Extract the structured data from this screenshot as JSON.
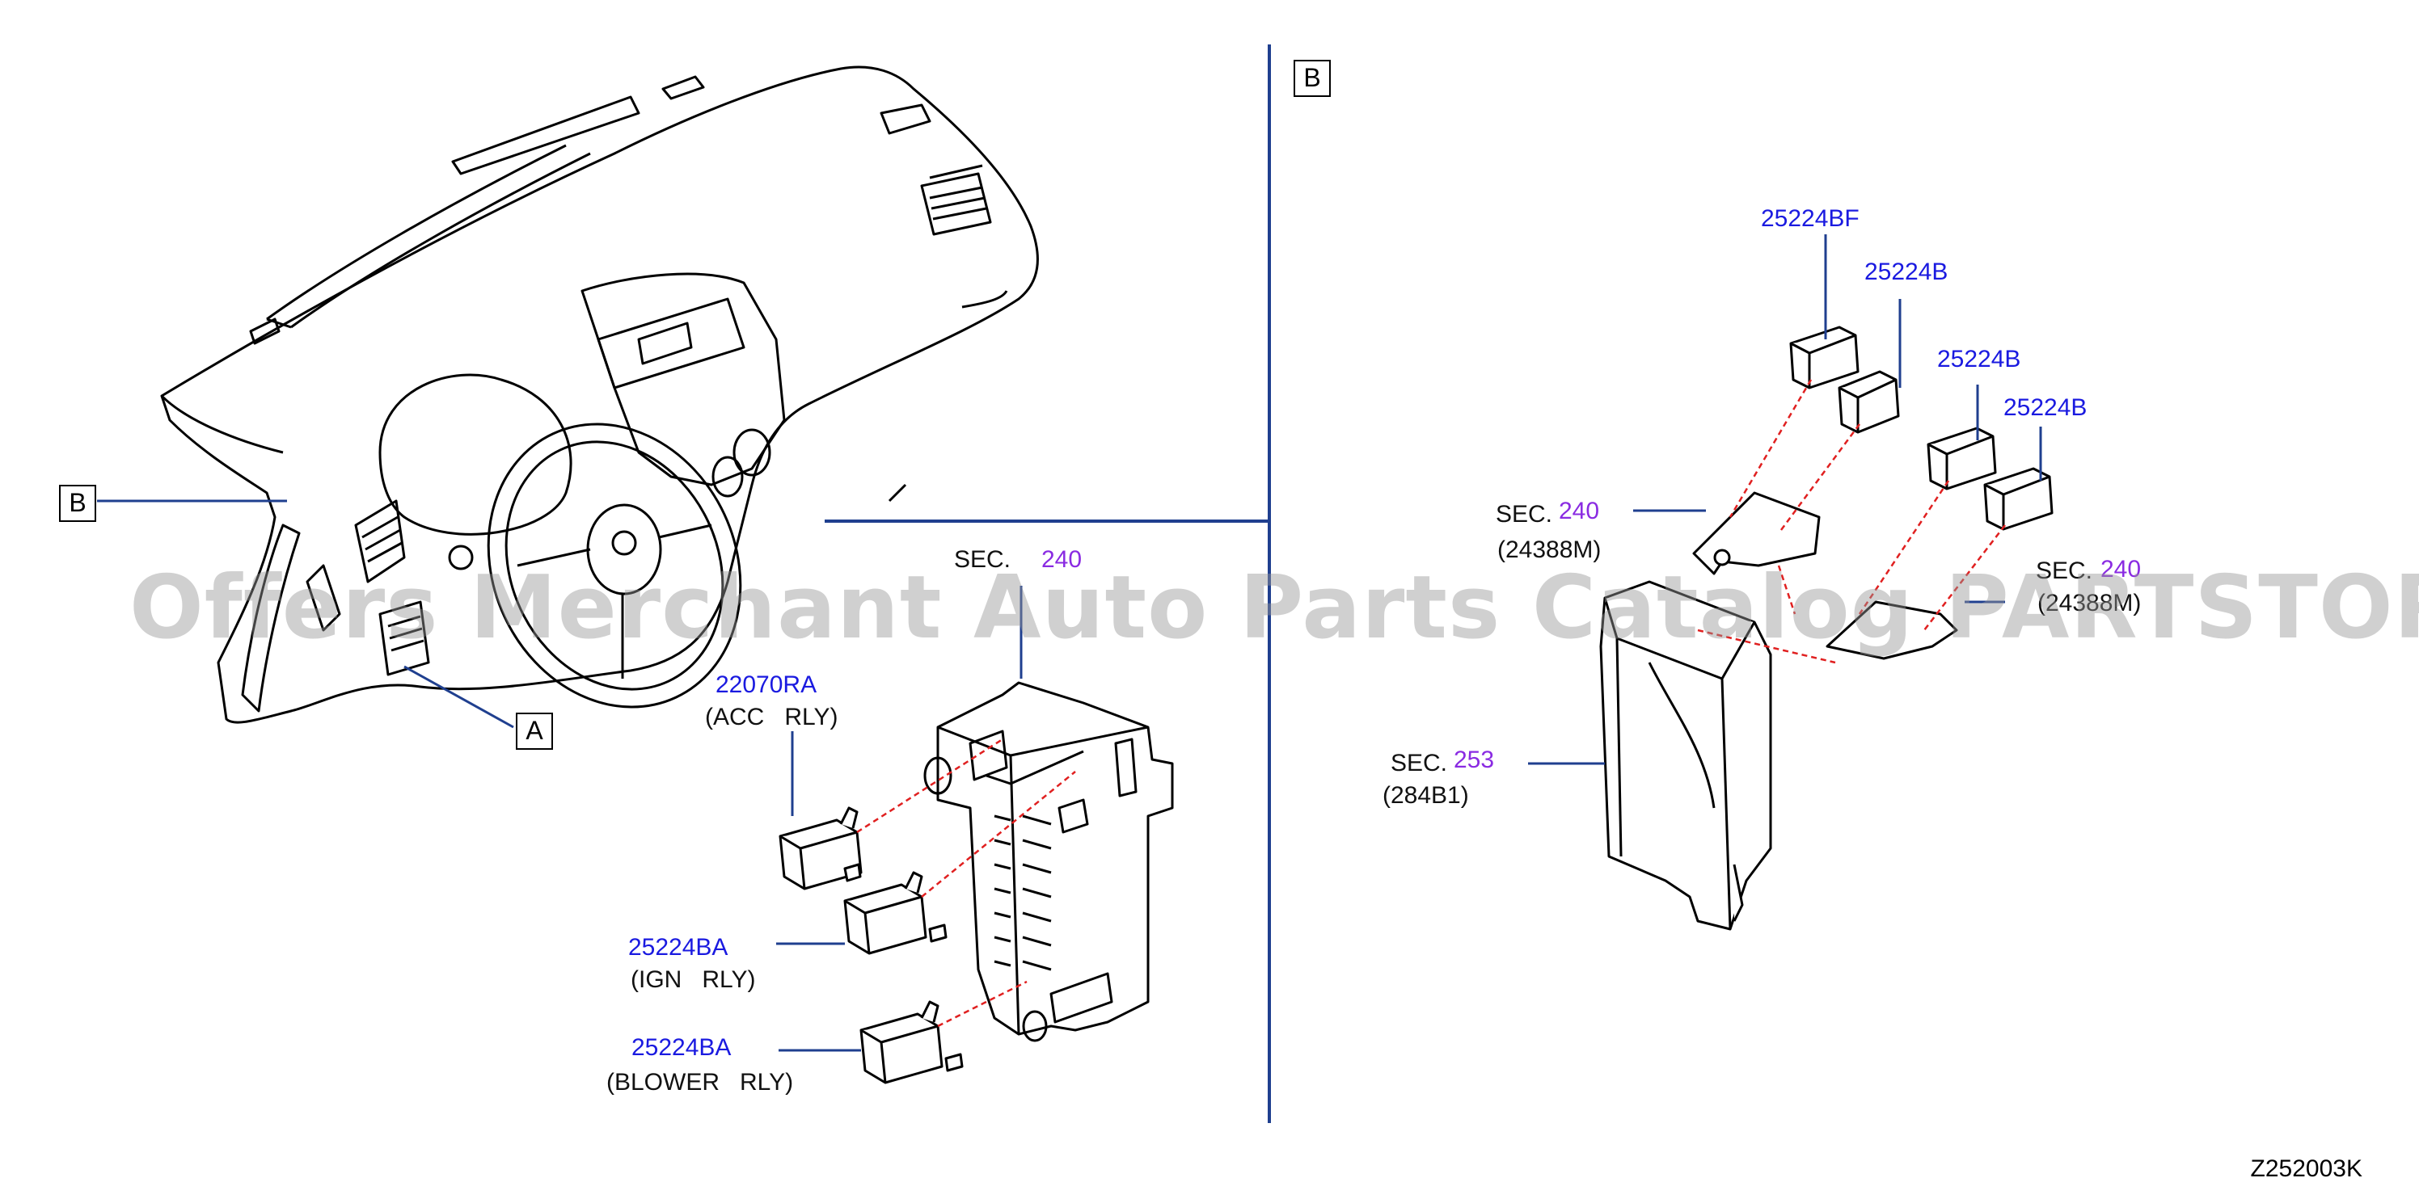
{
  "watermark": "Offers Merchant Auto Parts Catalog PARTSTORE.SA",
  "diagram_code": "Z252003K",
  "callouts": {
    "a": "A",
    "b_left": "B",
    "b_view": "B"
  },
  "left_box": {
    "sec_prefix": "SEC.",
    "sec_num": "240",
    "acc_part": "22070RA",
    "acc_desc": "(ACC   RLY)",
    "ign_part": "25224BA",
    "ign_desc": "(IGN   RLY)",
    "blower_part": "25224BA",
    "blower_desc": "(BLOWER   RLY)"
  },
  "right_box": {
    "relay_1": "25224BF",
    "relay_2": "25224B",
    "relay_3": "25224B",
    "relay_4": "25224B",
    "bracket_sec_prefix": "SEC.",
    "bracket_sec_num": "240",
    "bracket_part": "(24388M)",
    "bracket2_sec_prefix": "SEC.",
    "bracket2_sec_num": "240",
    "bracket2_part": "(24388M)",
    "bcm_sec_prefix": "SEC.",
    "bcm_sec_num": "253",
    "bcm_part": "(284B1)"
  },
  "colors": {
    "part_number": "#1a1ae0",
    "section_number": "#8a2be2",
    "leader": "#1f3f8f",
    "connector_dash": "#e02020"
  }
}
